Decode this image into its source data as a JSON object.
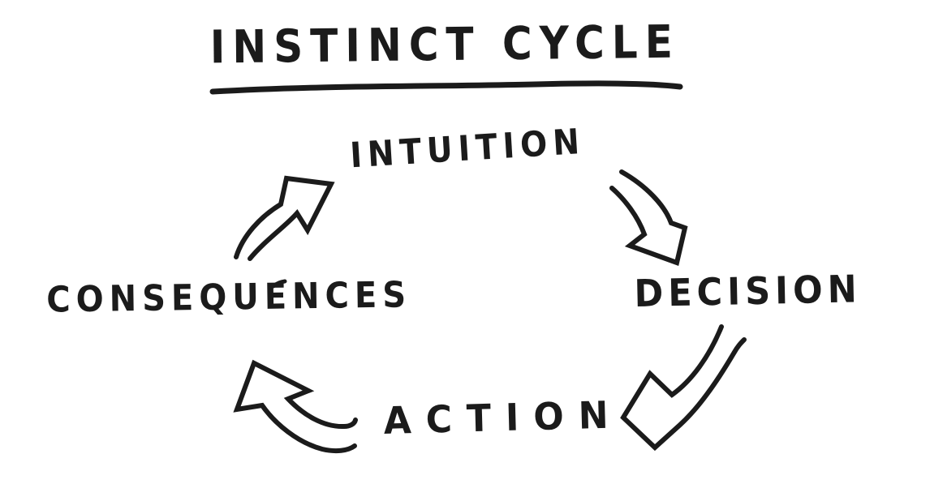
{
  "page": {
    "background_color": "#ffffff",
    "ink_color": "#1b1b1b",
    "style": "hand-drawn-whiteboard-sketch"
  },
  "title": {
    "text": "INSTINCT CYCLE",
    "underlined": true
  },
  "diagram": {
    "type": "cycle",
    "direction": "clockwise",
    "nodes": [
      {
        "id": "intuition",
        "label": "INTUITION",
        "position": "top"
      },
      {
        "id": "decision",
        "label": "DECISION",
        "position": "right"
      },
      {
        "id": "action",
        "label": "ACTION",
        "position": "bottom"
      },
      {
        "id": "consequences",
        "label": "CONSEQUENCES",
        "position": "left"
      }
    ],
    "edges": [
      {
        "from": "INTUITION",
        "to": "DECISION",
        "arrow_style": "hollow-outlined-curved"
      },
      {
        "from": "DECISION",
        "to": "ACTION",
        "arrow_style": "hollow-outlined-curved"
      },
      {
        "from": "ACTION",
        "to": "CONSEQUENCES",
        "arrow_style": "hollow-outlined-curved"
      },
      {
        "from": "CONSEQUENCES",
        "to": "INTUITION",
        "arrow_style": "hollow-outlined-curved"
      }
    ]
  }
}
